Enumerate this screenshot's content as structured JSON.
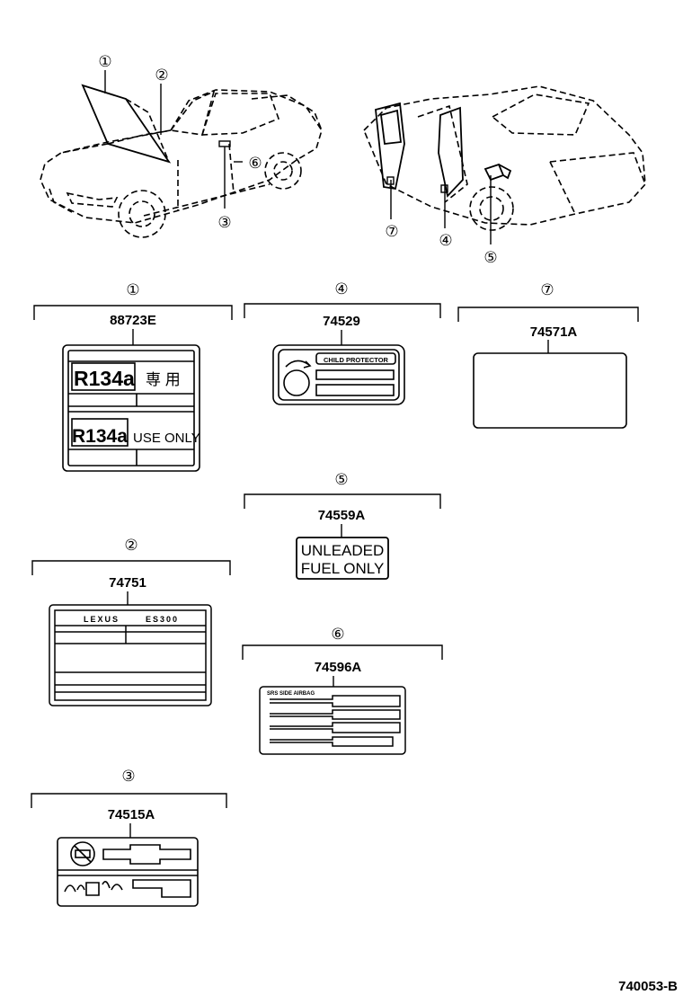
{
  "callouts": [
    "①",
    "②",
    "③",
    "④",
    "⑤",
    "⑥",
    "⑦"
  ],
  "labels": {
    "l1": {
      "num": "①",
      "part": "88723E",
      "line1a": "R134a",
      "line1b": "専 用",
      "line2a": "R134a",
      "line2b": "USE ONLY"
    },
    "l2": {
      "num": "②",
      "part": "74751",
      "brand": "LEXUS",
      "model": "ES300"
    },
    "l3": {
      "num": "③",
      "part": "74515A"
    },
    "l4": {
      "num": "④",
      "part": "74529",
      "header": "CHILD PROTECTOR"
    },
    "l5": {
      "num": "⑤",
      "part": "74559A",
      "line1": "UNLEADED",
      "line2": "FUEL ONLY"
    },
    "l6": {
      "num": "⑥",
      "part": "74596A",
      "header": "SRS SIDE AIRBAG"
    },
    "l7": {
      "num": "⑦",
      "part": "74571A"
    }
  },
  "figure_id": "740053-B"
}
